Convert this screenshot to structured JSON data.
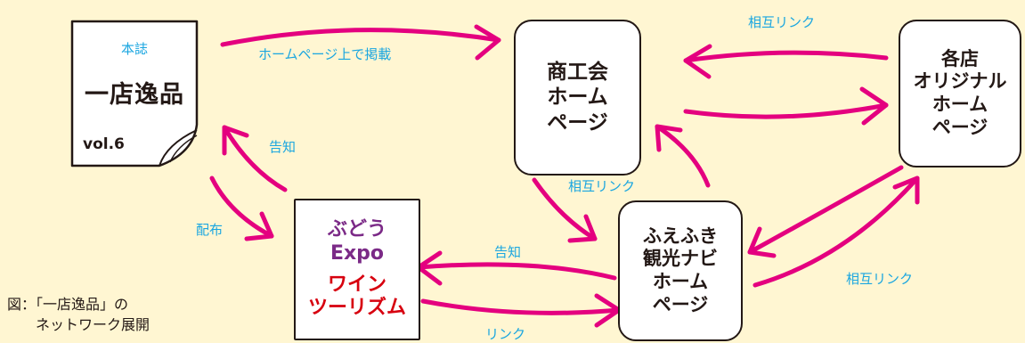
{
  "nodes": {
    "magazine": {
      "top": "本誌",
      "title": "一店逸品",
      "vol": "vol.6"
    },
    "shokokai": {
      "lines": [
        "商工会",
        "ホーム",
        "ページ"
      ]
    },
    "kakuten": {
      "lines": [
        "各店",
        "オリジナル",
        "ホーム",
        "ページ"
      ]
    },
    "budou": {
      "line1": "ぶどう",
      "line2": "Expo",
      "line3": "ワイン",
      "line4": "ツーリズム"
    },
    "fuefuki": {
      "lines": [
        "ふえふき",
        "観光ナビ",
        "ホーム",
        "ページ"
      ]
    }
  },
  "edges": {
    "keisai": "ホームページ上で掲載",
    "sogo_link_top": "相互リンク",
    "kokuchi_left": "告知",
    "haifu": "配布",
    "sogo_link_mid": "相互リンク",
    "kokuchi_bottom": "告知",
    "link_bottom": "リンク",
    "sogo_link_right": "相互リンク"
  },
  "caption": {
    "line1": "図：「一店逸品」の",
    "line2": "ネットワーク展開"
  },
  "colors": {
    "background": "#FFF6D2",
    "arrow": "#E4007F",
    "label": "#1AA6E0",
    "budou": "#7B2A87",
    "wine": "#D7000F",
    "outline": "#231815"
  }
}
